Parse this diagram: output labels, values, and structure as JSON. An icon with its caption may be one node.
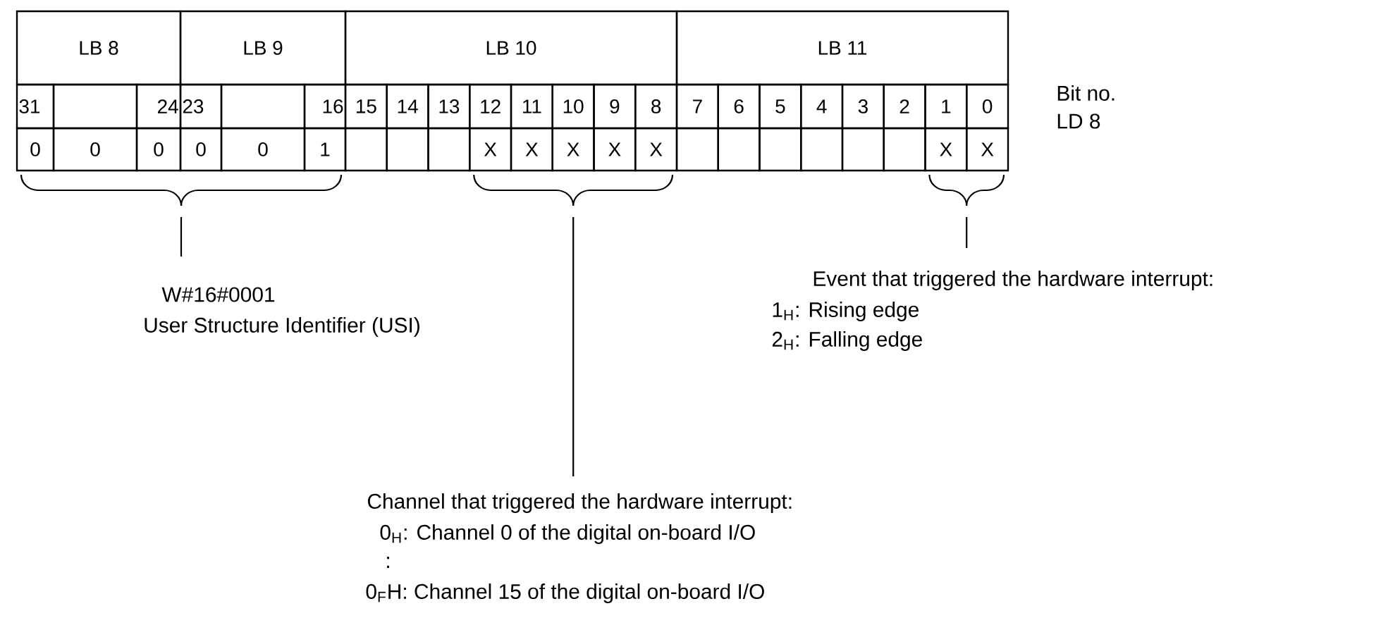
{
  "diagram": {
    "labels": [
      "LB 8",
      "LB 9",
      "LB 10",
      "LB 11",
      "Bit no.",
      "31",
      "24",
      "23",
      "16",
      "15",
      "14",
      "13",
      "12",
      "11",
      "10",
      "9",
      "8",
      "7",
      "6",
      "5",
      "4",
      "3",
      "2",
      "1",
      "0",
      "LD 8",
      "0",
      "0",
      "0",
      "0",
      "0",
      "1",
      "X",
      "X",
      "X",
      "X",
      "X",
      "X",
      "X",
      "W#16#0001",
      "User Structure Identifier (USI)",
      "Event that triggered the hardware interrupt:",
      "1$_{H}$: Rising edge",
      "2$_{H}$: Falling edge",
      "Channel that triggered the hardware interrupt:",
      "0$_{H}$: Channel 0 of the digital on-board I/O",
      ":",
      "0$_{F}$H: Channel 15 of the digital on-board I/O"
    ]
  }
}
